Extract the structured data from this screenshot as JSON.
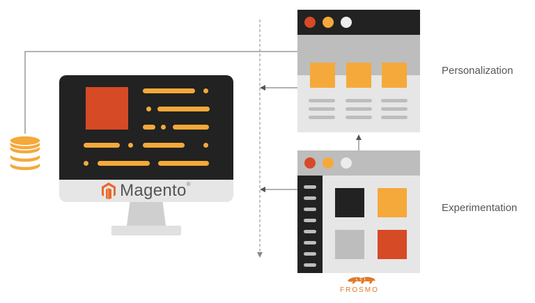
{
  "labels": {
    "personalization": "Personalization",
    "experimentation": "Experimentation"
  },
  "monitor": {
    "brand": "Magento",
    "brand_mark": "®"
  },
  "frosmo": {
    "brand": "FROSMO"
  },
  "icons": {
    "database": "database-icon",
    "magento_logo": "magento-logo-icon",
    "frosmo_logo": "frosmo-tiger-logo-icon"
  },
  "colors": {
    "accent_orange": "#f5a93a",
    "accent_red": "#d64a25",
    "dark": "#222222",
    "light_gray": "#e6e6e6",
    "mid_gray": "#bdbdbd"
  }
}
